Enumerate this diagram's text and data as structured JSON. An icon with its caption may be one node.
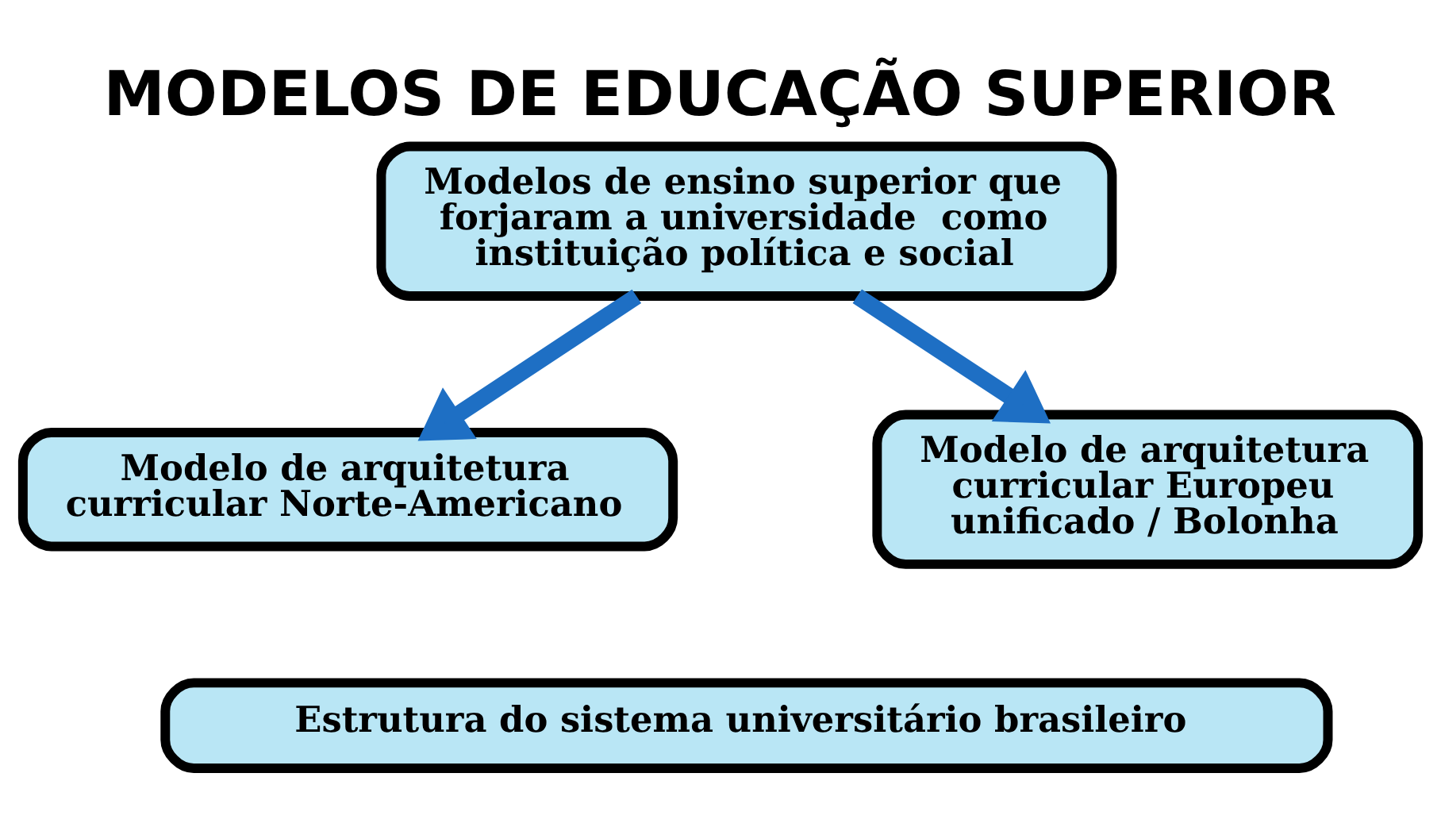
{
  "diagram": {
    "title": "MODELOS DE EDUCAÇÃO SUPERIOR",
    "nodes": [
      {
        "text": [
          "Modelos de ensino superior que forjaram a universidade  como instituição política e social"
        ]
      },
      {
        "text": [
          "Modelo de arquitetura curricular Norte-Americano"
        ]
      },
      {
        "text": [
          "Modelo de arquitetura curricular Europeu unificado / Bolonha"
        ]
      },
      {
        "text": [
          "Estrutura do sistema universitário brasileiro"
        ]
      }
    ],
    "edges": [
      {
        "from": 0,
        "to": 1,
        "arrow": "to"
      },
      {
        "from": 0,
        "to": 2,
        "arrow": "to"
      }
    ]
  }
}
